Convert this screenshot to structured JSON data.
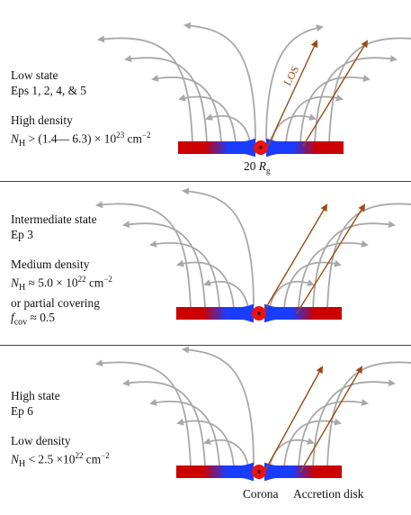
{
  "panels": [
    {
      "state": "Low state",
      "episodes": "Eps 1, 2, 4, & 5",
      "density": "High density",
      "nh_lines": [
        "N_H > (1.4— 6.3) × 10^23 cm^−2"
      ],
      "nh_html": [
        "<i>N</i><sub>H</sub> &gt; (1.4— 6.3) × 10<sup>23</sup> cm<sup>−2</sup>"
      ],
      "extra_labels": [
        "20 R_g",
        "LOS"
      ]
    },
    {
      "state": "Intermediate state",
      "episodes": "Ep 3",
      "density": "Medium density",
      "nh_lines": [
        "N_H ≈ 5.0 × 10^22 cm^−2",
        "or partial covering",
        "f_cov ≈ 0.5"
      ]
    },
    {
      "state": "High state",
      "episodes": "Ep 6",
      "density": "Low density",
      "nh_lines": [
        "N_H < 2.5 ×10^22 cm^−2"
      ],
      "bottom_labels": [
        "Corona",
        "Accretion disk"
      ]
    }
  ],
  "colors": {
    "disk_red": "#cc0000",
    "disk_blue": "#1a3cff",
    "corona": "#ee1111",
    "field_lines": "#a8a8a8",
    "los_ray": "#9a4a16",
    "divider": "#444444"
  }
}
